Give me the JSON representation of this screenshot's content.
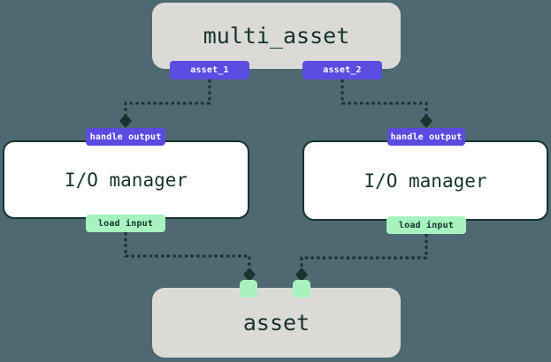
{
  "colors": {
    "background": "#4E6972",
    "node_fill_gray": "#DBDAD7",
    "node_fill_white": "#FFFFFF",
    "ink": "#17332E",
    "output_tag": "#5A4BE1",
    "input_tag": "#A7F2BE",
    "tag_text_light": "#FFFFFF"
  },
  "nodes": {
    "multi_asset": {
      "label": "multi_asset"
    },
    "io_manager_left": {
      "label": "I/O manager"
    },
    "io_manager_right": {
      "label": "I/O manager"
    },
    "asset": {
      "label": "asset"
    }
  },
  "tags": {
    "asset_1": {
      "label": "asset_1"
    },
    "asset_2": {
      "label": "asset_2"
    },
    "handle_output_left": {
      "label": "handle output"
    },
    "handle_output_right": {
      "label": "handle output"
    },
    "load_input_left": {
      "label": "load input"
    },
    "load_input_right": {
      "label": "load input"
    }
  },
  "edges": [
    {
      "from": "asset_1",
      "to": "handle_output_left",
      "style": "dashed-diamond"
    },
    {
      "from": "asset_2",
      "to": "handle_output_right",
      "style": "dashed-diamond"
    },
    {
      "from": "load_input_left",
      "to": "asset-port-1",
      "style": "dashed-diamond"
    },
    {
      "from": "load_input_right",
      "to": "asset-port-2",
      "style": "dashed-diamond"
    }
  ]
}
